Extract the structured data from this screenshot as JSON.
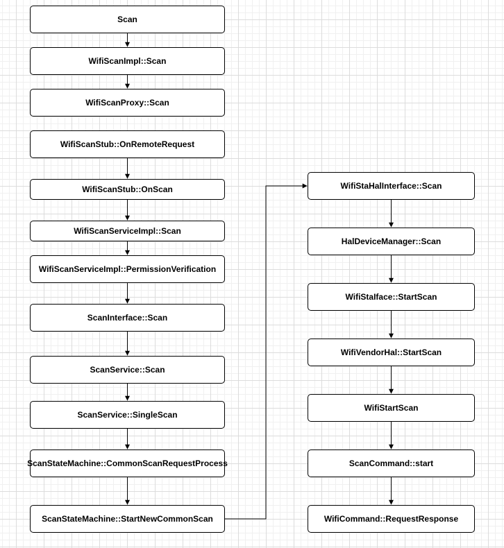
{
  "diagram": {
    "nodes": {
      "scan": "Scan",
      "impl_scan": "WifiScanImpl::Scan",
      "proxy_scan": "WifiScanProxy::Scan",
      "stub_remote": "WifiScanStub::OnRemoteRequest",
      "stub_onscan": "WifiScanStub::OnScan",
      "service_impl": "WifiScanServiceImpl::Scan",
      "perm_verify": "WifiScanServiceImpl::PermissionVerification",
      "interface_scan": "ScanInterface::Scan",
      "service_scan": "ScanService::Scan",
      "single_scan": "ScanService::SingleScan",
      "common_process": "ScanStateMachine::CommonScanRequestProcess",
      "start_new": "ScanStateMachine::StartNewCommonScan",
      "sta_hal": "WifiStaHalInterface::Scan",
      "hal_device": "HalDeviceManager::Scan",
      "sta_iface": "WifiStaIface::StartScan",
      "vendor_hal": "WifiVendorHal::StartScan",
      "wifi_start": "WifiStartScan",
      "cmd_start": "ScanCommand::start",
      "request_resp": "WifiCommand::RequestResponse"
    },
    "colors": {
      "background": "#ffffff",
      "grid_major": "#dcdcdc",
      "grid_minor": "#f0f0f0",
      "node_border": "#000000",
      "edge": "#000000"
    }
  }
}
